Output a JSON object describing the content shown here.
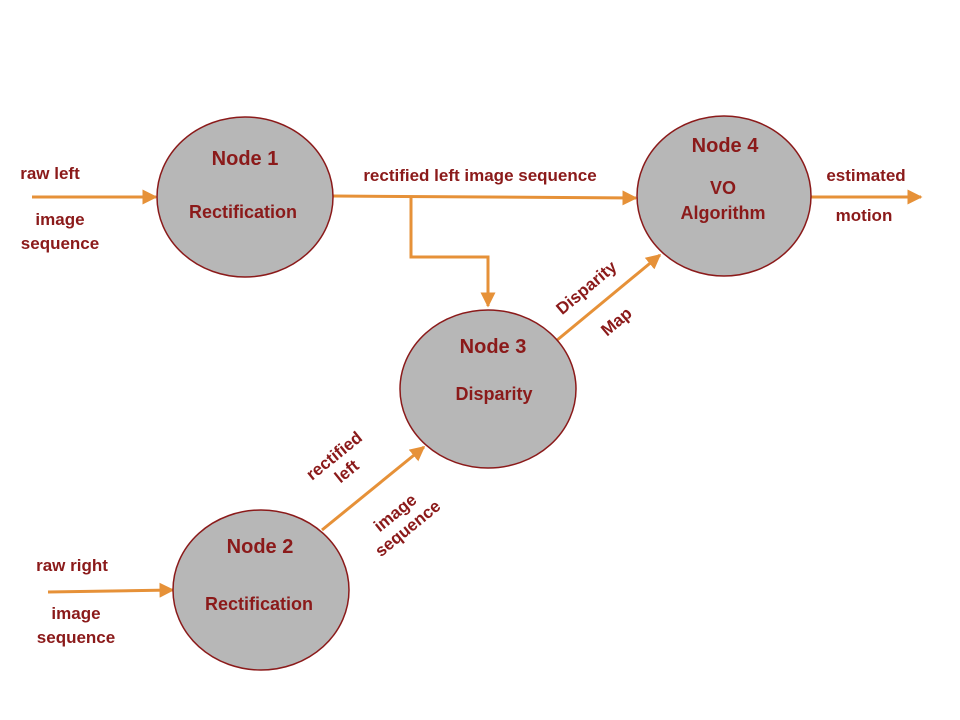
{
  "colors": {
    "node_fill": "#b7b7b7",
    "node_stroke": "#8b1a1a",
    "arrow": "#e69138",
    "text": "#8b1a1a"
  },
  "nodes": {
    "node1": {
      "title": "Node 1",
      "subtitle": "Rectification"
    },
    "node2": {
      "title": "Node 2",
      "subtitle": "Rectification"
    },
    "node3": {
      "title": "Node 3",
      "subtitle": "Disparity"
    },
    "node4": {
      "title": "Node 4",
      "line1": "VO",
      "line2": "Algorithm"
    }
  },
  "labels": {
    "raw_left": "raw left",
    "raw_left_l2": "image",
    "raw_left_l3": "sequence",
    "raw_right": "raw right",
    "raw_right_l2": "image",
    "raw_right_l3": "sequence",
    "rectified_left_top": "rectified left image sequence",
    "rectified_left_l1": "rectified",
    "rectified_left_l2": "left",
    "image_seq_l1": "image",
    "image_seq_l2": "sequence",
    "disparity_l1": "Disparity",
    "disparity_l2": "Map",
    "estimated": "estimated",
    "motion": "motion"
  }
}
